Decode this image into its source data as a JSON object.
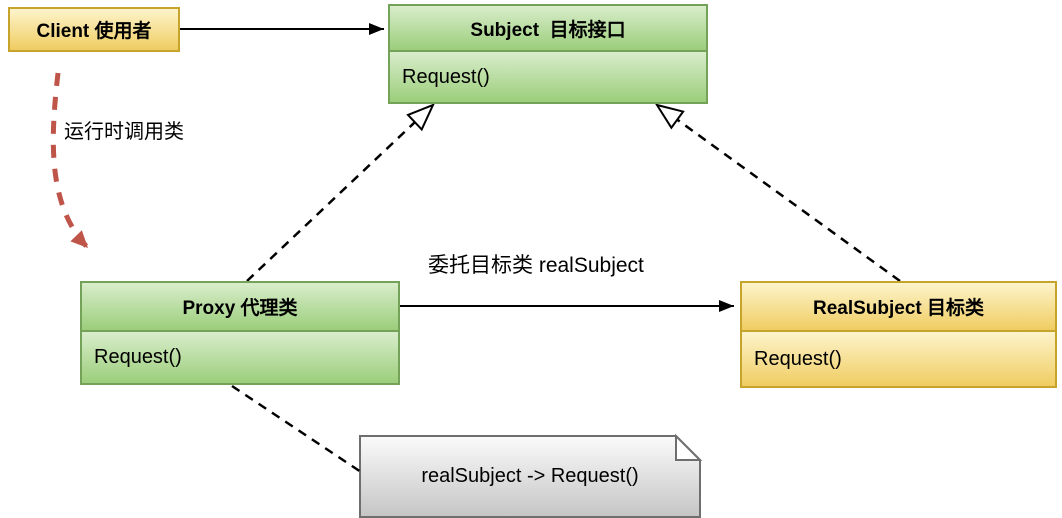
{
  "classes": {
    "client": {
      "title": "Client 使用者"
    },
    "subject": {
      "title": "Subject  目标接口",
      "method": "Request()"
    },
    "proxy": {
      "title": "Proxy 代理类",
      "method": "Request()"
    },
    "real_subject": {
      "title": "RealSubject 目标类",
      "method": "Request()"
    }
  },
  "labels": {
    "runtime_call": "运行时调用类",
    "delegation": "委托目标类 realSubject"
  },
  "note": {
    "text": "realSubject -> Request()"
  },
  "colors": {
    "green_fill_top": "#d9edcb",
    "green_fill_bottom": "#9bce7b",
    "green_border": "#74a258",
    "yellow_fill_top": "#fdf4cb",
    "yellow_fill_bottom": "#f0cd62",
    "yellow_border": "#c6a42c",
    "note_fill_top": "#fbfbfb",
    "note_fill_bottom": "#c5c5c5",
    "note_border": "#6e6e6e",
    "arrow_black": "#000000",
    "arrow_red": "#bf5449"
  }
}
